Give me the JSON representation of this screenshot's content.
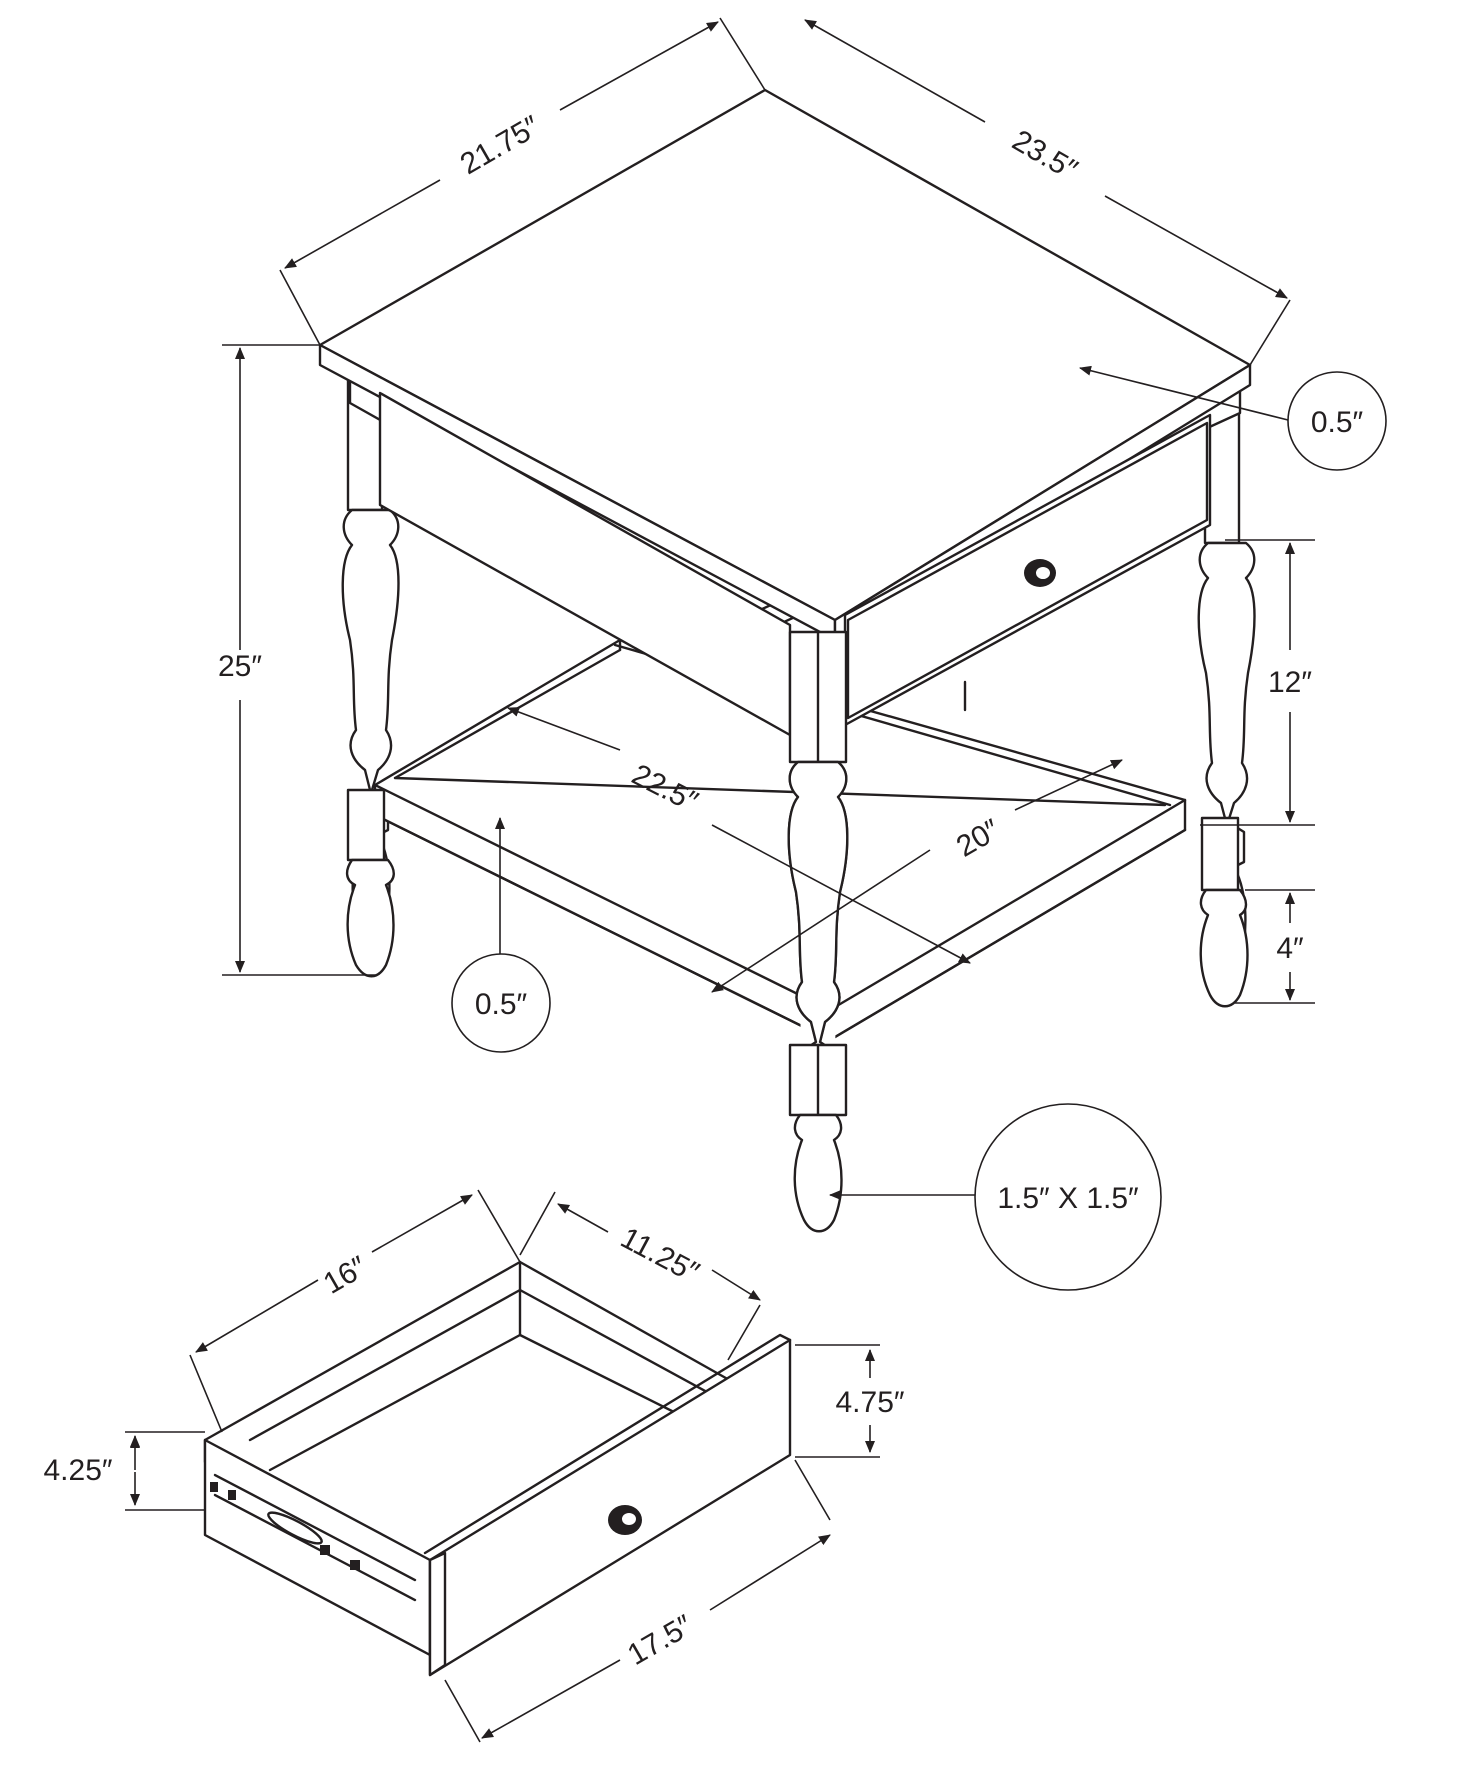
{
  "dimensions": {
    "top_width": "21.75″",
    "top_depth": "23.5″",
    "top_thickness": "0.5″",
    "total_height": "25″",
    "apron_to_shelf": "12″",
    "shelf_to_floor": "4″",
    "shelf_width": "22.5″",
    "shelf_depth": "20″",
    "shelf_thickness": "0.5″",
    "leg_size": "1.5″ X 1.5″",
    "drawer_length": "16″",
    "drawer_width": "11.25″",
    "drawer_front_height": "4.75″",
    "drawer_box_height": "4.25″",
    "drawer_front_width": "17.5″"
  }
}
